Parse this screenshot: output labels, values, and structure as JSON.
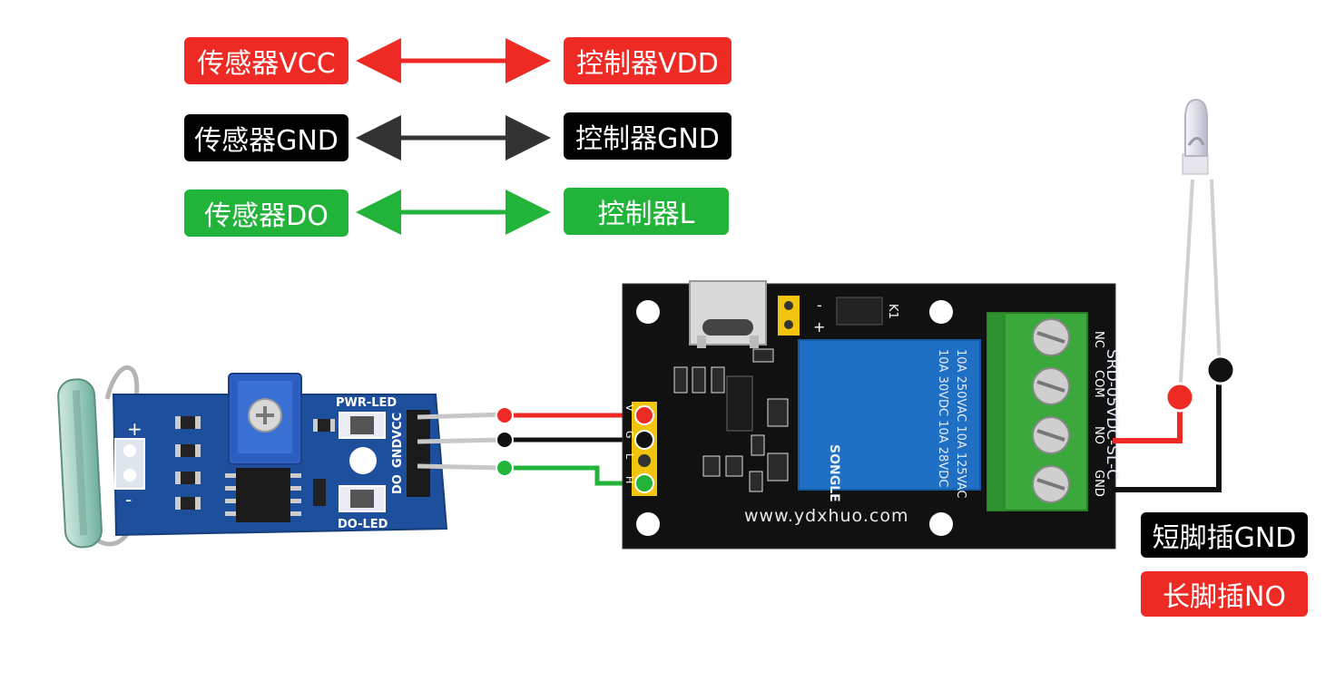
{
  "legend": [
    {
      "left": "传感器VCC",
      "right": "控制器VDD",
      "color": "#ee2a24"
    },
    {
      "left": "传感器GND",
      "right": "控制器GND",
      "color": "#000000"
    },
    {
      "left": "传感器DO",
      "right": "控制器L",
      "color": "#22b43a"
    }
  ],
  "sensor_board": {
    "pwr_led": "PWR-LED",
    "do_led": "DO-LED",
    "pins": [
      "DO",
      "GND",
      "VCC"
    ],
    "plus": "+",
    "minus": "-"
  },
  "relay_board": {
    "relay_line1": "SRD-05VDC-SL-C",
    "relay_line2": "10A 250VAC  10A 125VAC",
    "relay_line3": "10A 30VDC  10A 28VDC",
    "relay_brand": "SONGLE",
    "k1": "K1",
    "terminals": [
      "NC",
      "COM",
      "NO",
      "GND"
    ],
    "header_pins": [
      "V",
      "G",
      "L",
      "H"
    ],
    "jumper_minus": "-",
    "jumper_plus": "+",
    "watermark": "www.ydxhuo.com"
  },
  "led_labels": {
    "short": "短脚插GND",
    "long": "长脚插NO"
  },
  "colors": {
    "red": "#ee2a24",
    "black": "#000000",
    "green": "#22b43a",
    "board_blue": "#1e4f9c",
    "board_black": "#111111",
    "terminal_green": "#3aa83a"
  }
}
